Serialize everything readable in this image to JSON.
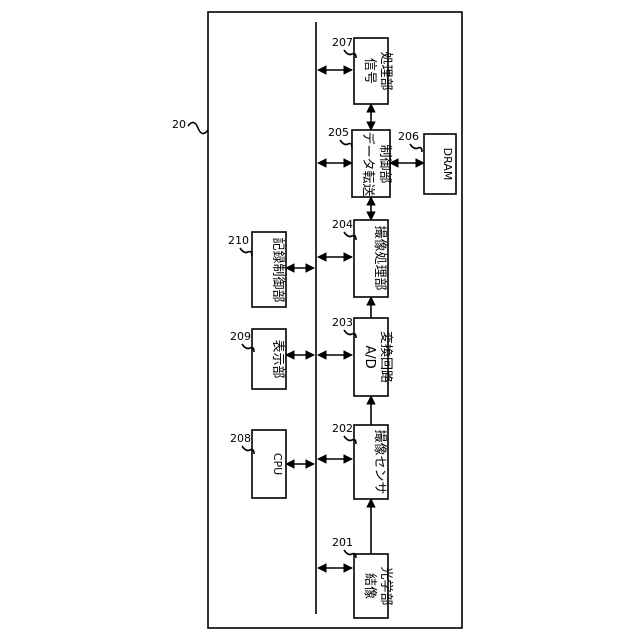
{
  "diagram": {
    "system_ref": "20",
    "blocks": {
      "imaging_optics": {
        "ref": "201",
        "line1": "結像",
        "line2": "光学部"
      },
      "image_sensor": {
        "ref": "202",
        "line1": "撮像センサ"
      },
      "ad_converter": {
        "ref": "203",
        "line1": "A/D",
        "line2": "変換回路"
      },
      "image_processor": {
        "ref": "204",
        "line1": "撮像処理部"
      },
      "data_transfer": {
        "ref": "205",
        "line1": "データ転送",
        "line2": "制御部"
      },
      "dram": {
        "ref": "206",
        "line1": "DRAM"
      },
      "signal_proc": {
        "ref": "207",
        "line1": "信号",
        "line2": "処理部"
      },
      "cpu": {
        "ref": "208",
        "line1": "CPU"
      },
      "display": {
        "ref": "209",
        "line1": "表示部"
      },
      "recording": {
        "ref": "210",
        "line1": "記録制御部"
      }
    }
  }
}
